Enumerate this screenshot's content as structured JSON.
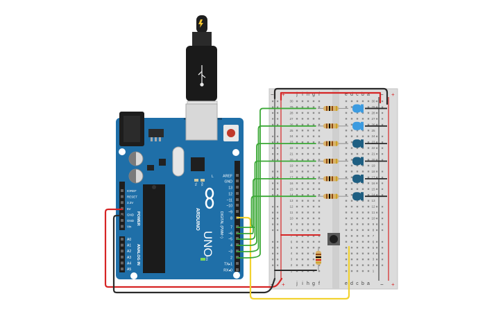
{
  "board": {
    "brand": "ARDUINO",
    "model": "UNO",
    "power_title": "POWER",
    "analog_title": "ANALOG IN",
    "digital_title": "DIGITAL (PWM~)",
    "on_label": "ON",
    "tx_label": "TX",
    "rx_label": "RX",
    "l_label": "L",
    "power_pins": [
      "IOREF",
      "RESET",
      "3.3V",
      "5V",
      "GND",
      "GND",
      "Vin"
    ],
    "analog_pins": [
      "A0",
      "A1",
      "A2",
      "A3",
      "A4",
      "A5"
    ],
    "digital_pins": [
      "AREF",
      "GND",
      "13",
      "12",
      "~11",
      "~10",
      "~9",
      "8",
      "7",
      "~6",
      "~5",
      "4",
      "~3",
      "2",
      "TX▸1",
      "RX◂0"
    ]
  },
  "breadboard": {
    "columns_left": [
      "j",
      "i",
      "h",
      "g",
      "f"
    ],
    "columns_right": [
      "e",
      "d",
      "c",
      "b",
      "a"
    ],
    "row_numbers": [
      "30",
      "29",
      "28",
      "27",
      "26",
      "25",
      "24",
      "23",
      "22",
      "21",
      "20",
      "19",
      "18",
      "17",
      "16",
      "15",
      "14",
      "13",
      "12",
      "11",
      "10",
      "9",
      "8",
      "7",
      "6",
      "5",
      "4",
      "3",
      "2",
      "1"
    ],
    "rail_plus": "+",
    "rail_minus": "−"
  },
  "colors": {
    "board": "#1f6fa8",
    "breadboard": "#dcdcdc",
    "wire_green": "#3aa835",
    "wire_red": "#d62424",
    "wire_black": "#2a2a2a",
    "wire_yellow": "#f2d230",
    "led_light_blue": "#3c9be0",
    "led_dark_blue": "#1f5f82"
  },
  "leds": [
    {
      "color": "led_light_blue"
    },
    {
      "color": "led_light_blue"
    },
    {
      "color": "led_dark_blue"
    },
    {
      "color": "led_dark_blue"
    },
    {
      "color": "led_dark_blue"
    },
    {
      "color": "led_dark_blue"
    }
  ]
}
